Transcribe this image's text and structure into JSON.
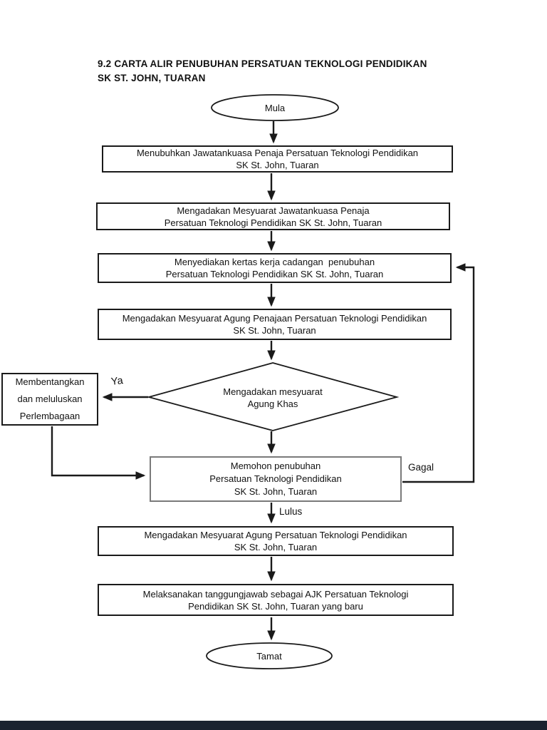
{
  "page": {
    "title_line1": "9.2 CARTA ALIR PENUBUHAN PERSATUAN TEKNOLOGI PENDIDIKAN",
    "title_line2": "SK ST. JOHN, TUARAN"
  },
  "flowchart": {
    "start": {
      "label": "Mula"
    },
    "end": {
      "label": "Tamat"
    },
    "steps": [
      {
        "id": "step-1",
        "lines": [
          "Menubuhkan Jawatankuasa Penaja Persatuan Teknologi Pendidikan",
          "SK St. John, Tuaran"
        ]
      },
      {
        "id": "step-2",
        "lines": [
          "Mengadakan Mesyuarat Jawatankuasa Penaja",
          "Persatuan Teknologi Pendidikan SK St. John, Tuaran"
        ]
      },
      {
        "id": "step-3",
        "lines": [
          "Menyediakan kertas kerja cadangan  penubuhan",
          "Persatuan Teknologi Pendidikan SK St. John, Tuaran"
        ]
      },
      {
        "id": "step-4",
        "lines": [
          "Mengadakan Mesyuarat Agung Penajaan Persatuan Teknologi Pendidikan",
          "SK St. John, Tuaran"
        ]
      },
      {
        "id": "step-apply",
        "lines": [
          "Memohon penubuhan",
          "Persatuan Teknologi Pendidikan",
          "SK St. John, Tuaran"
        ]
      },
      {
        "id": "step-agm",
        "lines": [
          "Mengadakan Mesyuarat Agung Persatuan Teknologi Pendidikan",
          "SK St. John, Tuaran"
        ]
      },
      {
        "id": "step-duty",
        "lines": [
          "Melaksanakan tanggungjawab sebagai AJK Persatuan Teknologi",
          "Pendidikan SK St. John, Tuaran yang baru"
        ]
      }
    ],
    "decision": {
      "lines": [
        "Mengadakan mesyuarat",
        "Agung Khas"
      ]
    },
    "side_box": {
      "lines": [
        "Membentangkan",
        "dan meluluskan",
        "Perlembagaan"
      ]
    },
    "labels": {
      "yes": "Ya",
      "fail": "Gagal",
      "pass": "Lulus"
    }
  },
  "colors": {
    "stroke": "#1a1a1a",
    "page_bg": "#ffffff",
    "footer_bar": "#1a2230"
  }
}
